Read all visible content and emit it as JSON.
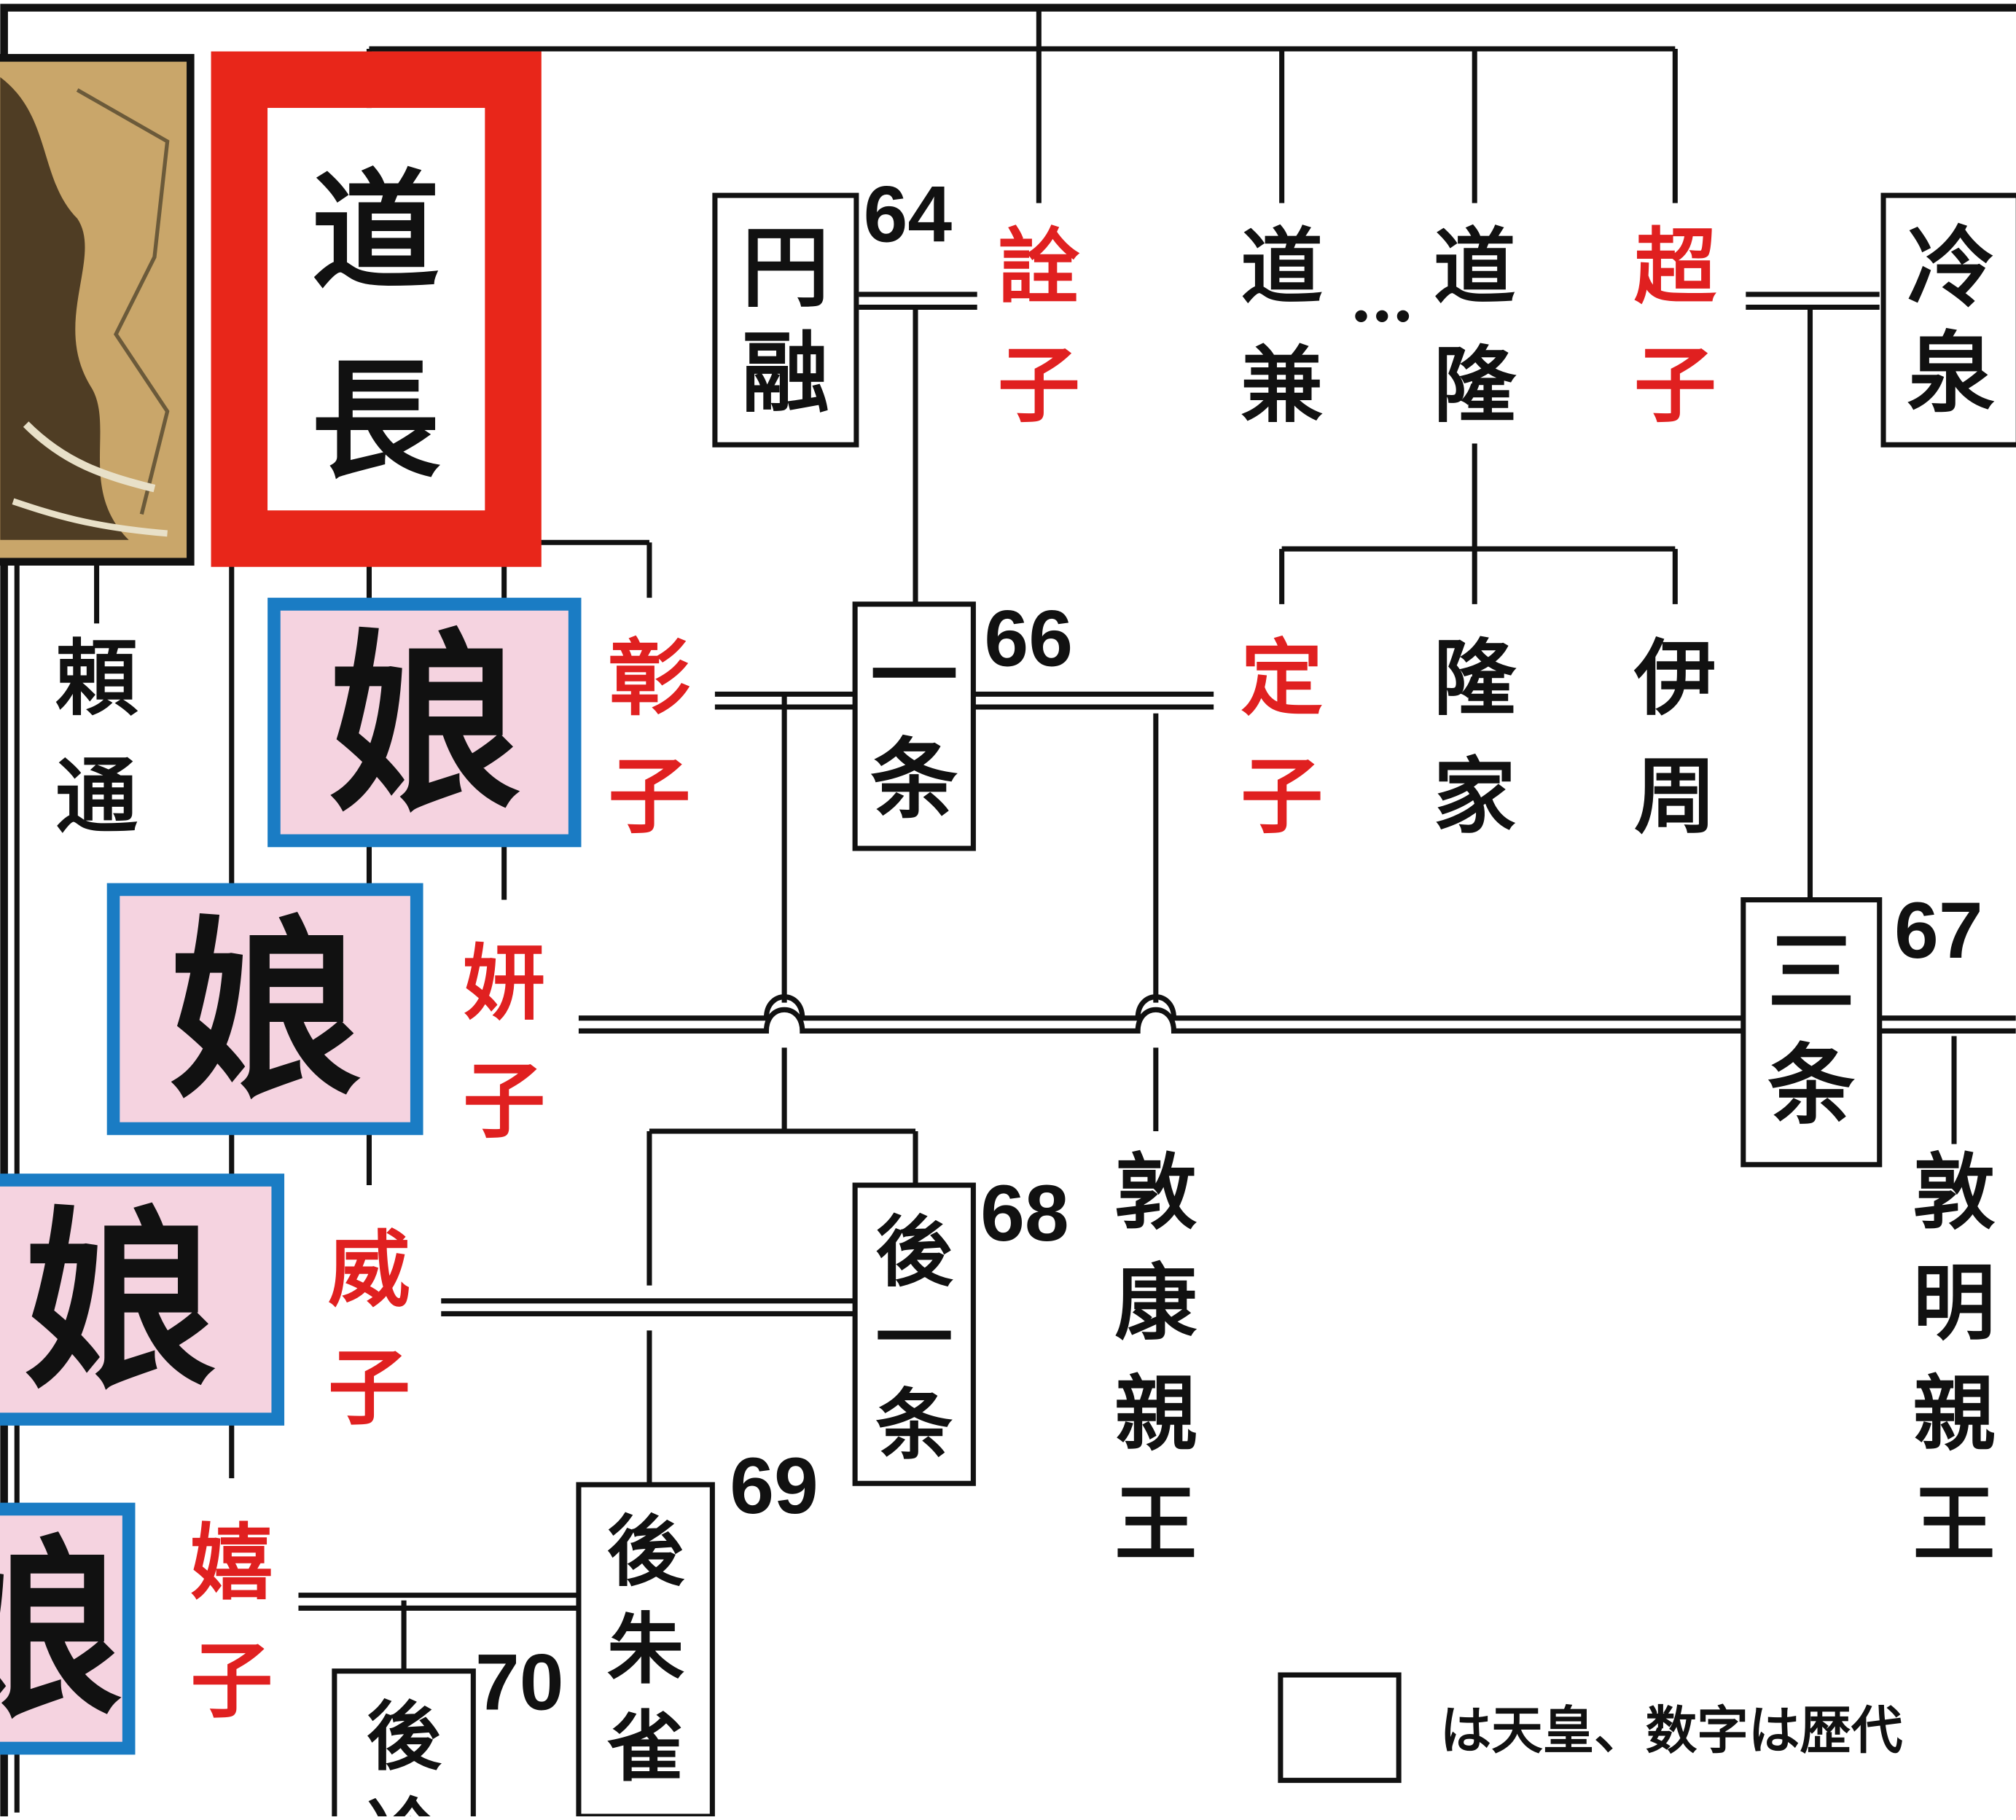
{
  "colors": {
    "line": "#111111",
    "red_name": "#e02020",
    "black_name": "#111111",
    "highlight_border": "#e8261a",
    "musume_fill": "#f5d3e0",
    "musume_border": "#1a7cc4",
    "portrait_bg": "#c9a66a"
  },
  "portrait": {
    "icon": "painting-of-michinaga"
  },
  "michinaga": {
    "chars": [
      "道",
      "長"
    ]
  },
  "musume_labels": [
    "娘",
    "娘",
    "娘",
    "娘"
  ],
  "emperors": {
    "enyu": {
      "chars": [
        "円",
        "融"
      ],
      "number": "64"
    },
    "reizei": {
      "chars": [
        "冷",
        "泉"
      ],
      "number": ""
    },
    "ichijo": {
      "chars": [
        "一",
        "条"
      ],
      "number": "66"
    },
    "sanjo": {
      "chars": [
        "三",
        "条"
      ],
      "number": "67"
    },
    "goichijo": {
      "chars": [
        "後",
        "一",
        "条"
      ],
      "number": "68"
    },
    "gosuzaku": {
      "chars": [
        "後",
        "朱",
        "雀"
      ],
      "number": "69"
    },
    "goreizei": {
      "chars": [
        "後",
        "冷"
      ],
      "number": "70"
    }
  },
  "persons": {
    "senshi": [
      "詮",
      "子"
    ],
    "michikane": [
      "道",
      "兼"
    ],
    "michitaka": [
      "道",
      "隆"
    ],
    "choshi": [
      "超",
      "子"
    ],
    "yorimichi": [
      "頼",
      "通"
    ],
    "shoshi": [
      "彰",
      "子"
    ],
    "teishi": [
      "定",
      "子"
    ],
    "takaie": [
      "隆",
      "家"
    ],
    "korechika": [
      "伊",
      "周"
    ],
    "kenshi": [
      "妍",
      "子"
    ],
    "ishi": [
      "威",
      "子"
    ],
    "kishi": [
      "嬉",
      "子"
    ],
    "atsuyasu": [
      "敦",
      "康",
      "親",
      "王"
    ],
    "atsuakira": [
      "敦",
      "明",
      "親",
      "王"
    ]
  },
  "ellipsis": "…",
  "legend": {
    "text": "は天皇、数字は歴代"
  }
}
